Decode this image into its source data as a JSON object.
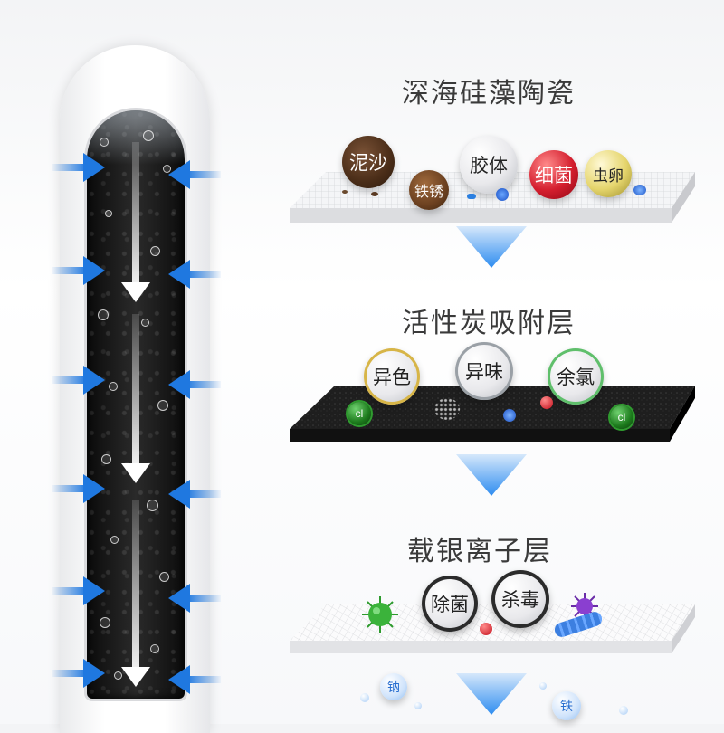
{
  "colors": {
    "arrow_blue": "#1f78e0",
    "down_arrow_blue": "#2d8cf0",
    "title_gray": "#3a3a3a",
    "carbon_dark": "#1a1a1a",
    "ceramic_white": "#f2f2f4",
    "silver_mesh": "#fafafa"
  },
  "layers": [
    {
      "title": "深海硅藻陶瓷",
      "particles": [
        "泥沙",
        "铁锈",
        "胶体",
        "细菌",
        "虫卵"
      ]
    },
    {
      "title": "活性炭吸附层",
      "particles": [
        "异色",
        "异味",
        "余氯"
      ],
      "chlorine_label": "cl"
    },
    {
      "title": "载银离子层",
      "particles": [
        "除菌",
        "杀毒"
      ]
    }
  ],
  "output_minerals": [
    "钠",
    "铁"
  ],
  "icons": {
    "inflow_arrows": "arrow-right-icon",
    "flow_down_arrow": "arrow-down-icon",
    "stage_arrow": "chevron-down-icon",
    "virus": "virus-icon"
  }
}
